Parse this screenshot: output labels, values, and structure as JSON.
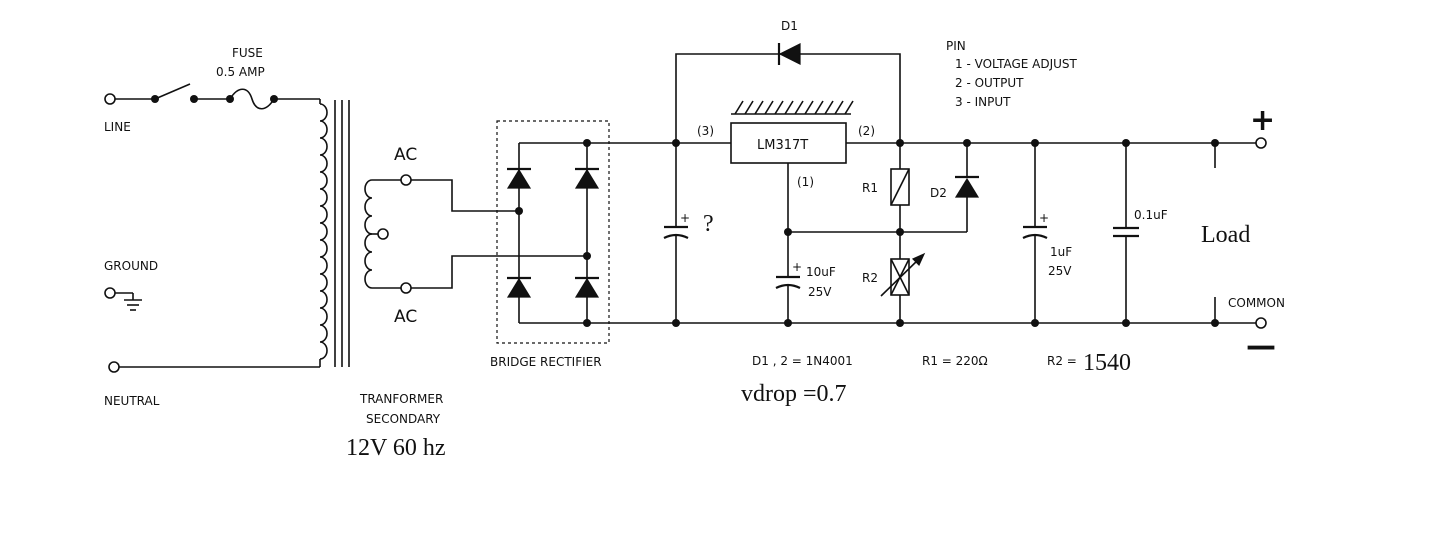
{
  "labels": {
    "fuse": "FUSE",
    "fuse_rating": "0.5 AMP",
    "line": "LINE",
    "ground": "GROUND",
    "neutral": "NEUTRAL",
    "ac_top": "AC",
    "ac_bottom": "AC",
    "transformer_line1": "TRANFORMER",
    "transformer_line2": "SECONDARY",
    "transformer_rating": "12V 60 hz",
    "bridge": "BRIDGE RECTIFIER",
    "input_cap_value": "?",
    "pin1": "(1)",
    "pin2": "(2)",
    "pin3": "(3)",
    "regulator": "LM317T",
    "d1": "D1",
    "d2": "D2",
    "r1": "R1",
    "r2": "R2",
    "c_adj_value": "10uF",
    "c_adj_voltage": "25V",
    "c_out_value": "1uF",
    "c_out_voltage": "25V",
    "c_bypass_value": "0.1uF",
    "pin_header": "PIN",
    "pin_list_1": "1 - VOLTAGE ADJUST",
    "pin_list_2": "2 - OUTPUT",
    "pin_list_3": "3 - INPUT",
    "plus": "+",
    "minus": "—",
    "load": "Load",
    "common": "COMMON",
    "diodes_note": "D1 , 2 = 1N4001",
    "r1_note": "R1 = 220Ω",
    "r2_note_prefix": "R2 =",
    "r2_note_value": "1540",
    "vdrop": "vdrop =0.7"
  }
}
